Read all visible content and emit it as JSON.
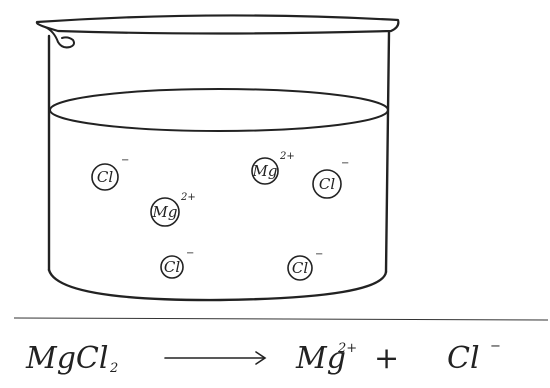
{
  "ions": [
    {
      "symbol": "Cl",
      "charge": "−"
    },
    {
      "symbol": "Mg",
      "charge": "2+"
    },
    {
      "symbol": "Cl",
      "charge": "−"
    },
    {
      "symbol": "Mg",
      "charge": "2+"
    },
    {
      "symbol": "Cl",
      "charge": "−"
    },
    {
      "symbol": "Cl",
      "charge": "−"
    }
  ],
  "equation": {
    "reactant": "MgCl",
    "reactant_subscript": "2",
    "product_1": "Mg",
    "product_1_charge": "2+",
    "plus": "+",
    "product_2": "Cl",
    "product_2_charge": "−"
  },
  "colors": {
    "ink": "#222222",
    "paper": "#ffffff"
  }
}
